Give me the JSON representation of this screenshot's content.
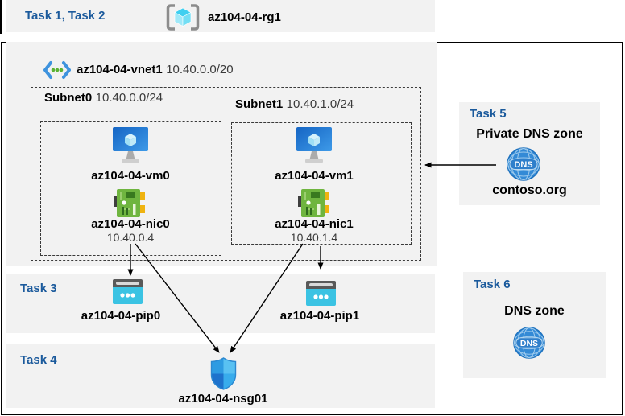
{
  "header": {
    "tasks": "Task 1, Task 2",
    "resource_group": "az104-04-rg1"
  },
  "vnet": {
    "name": "az104-04-vnet1",
    "cidr": "10.40.0.0/20",
    "subnets": [
      {
        "name": "Subnet0",
        "cidr": "10.40.0.0/24",
        "vm": "az104-04-vm0",
        "nic": "az104-04-nic0",
        "ip": "10.40.0.4"
      },
      {
        "name": "Subnet1",
        "cidr": "10.40.1.0/24",
        "vm": "az104-04-vm1",
        "nic": "az104-04-nic1",
        "ip": "10.40.1.4"
      }
    ]
  },
  "task3": {
    "label": "Task 3",
    "pip0": "az104-04-pip0",
    "pip1": "az104-04-pip1"
  },
  "task4": {
    "label": "Task 4",
    "nsg": "az104-04-nsg01"
  },
  "task5": {
    "label": "Task 5",
    "title": "Private DNS zone",
    "zone": "contoso.org",
    "dns_icon_text": "DNS"
  },
  "task6": {
    "label": "Task 6",
    "title": "DNS zone",
    "dns_icon_text": "DNS"
  },
  "colors": {
    "task_label": "#1B5A9C",
    "band_bg": "#F2F2F2",
    "pip_cyan": "#35BEDD",
    "vm_blue": "#2E86D8",
    "nic_green": "#6FB53F",
    "nsg_blue": "#2E9BE2",
    "dns_blue": "#338AD6",
    "border_black": "#000000"
  }
}
